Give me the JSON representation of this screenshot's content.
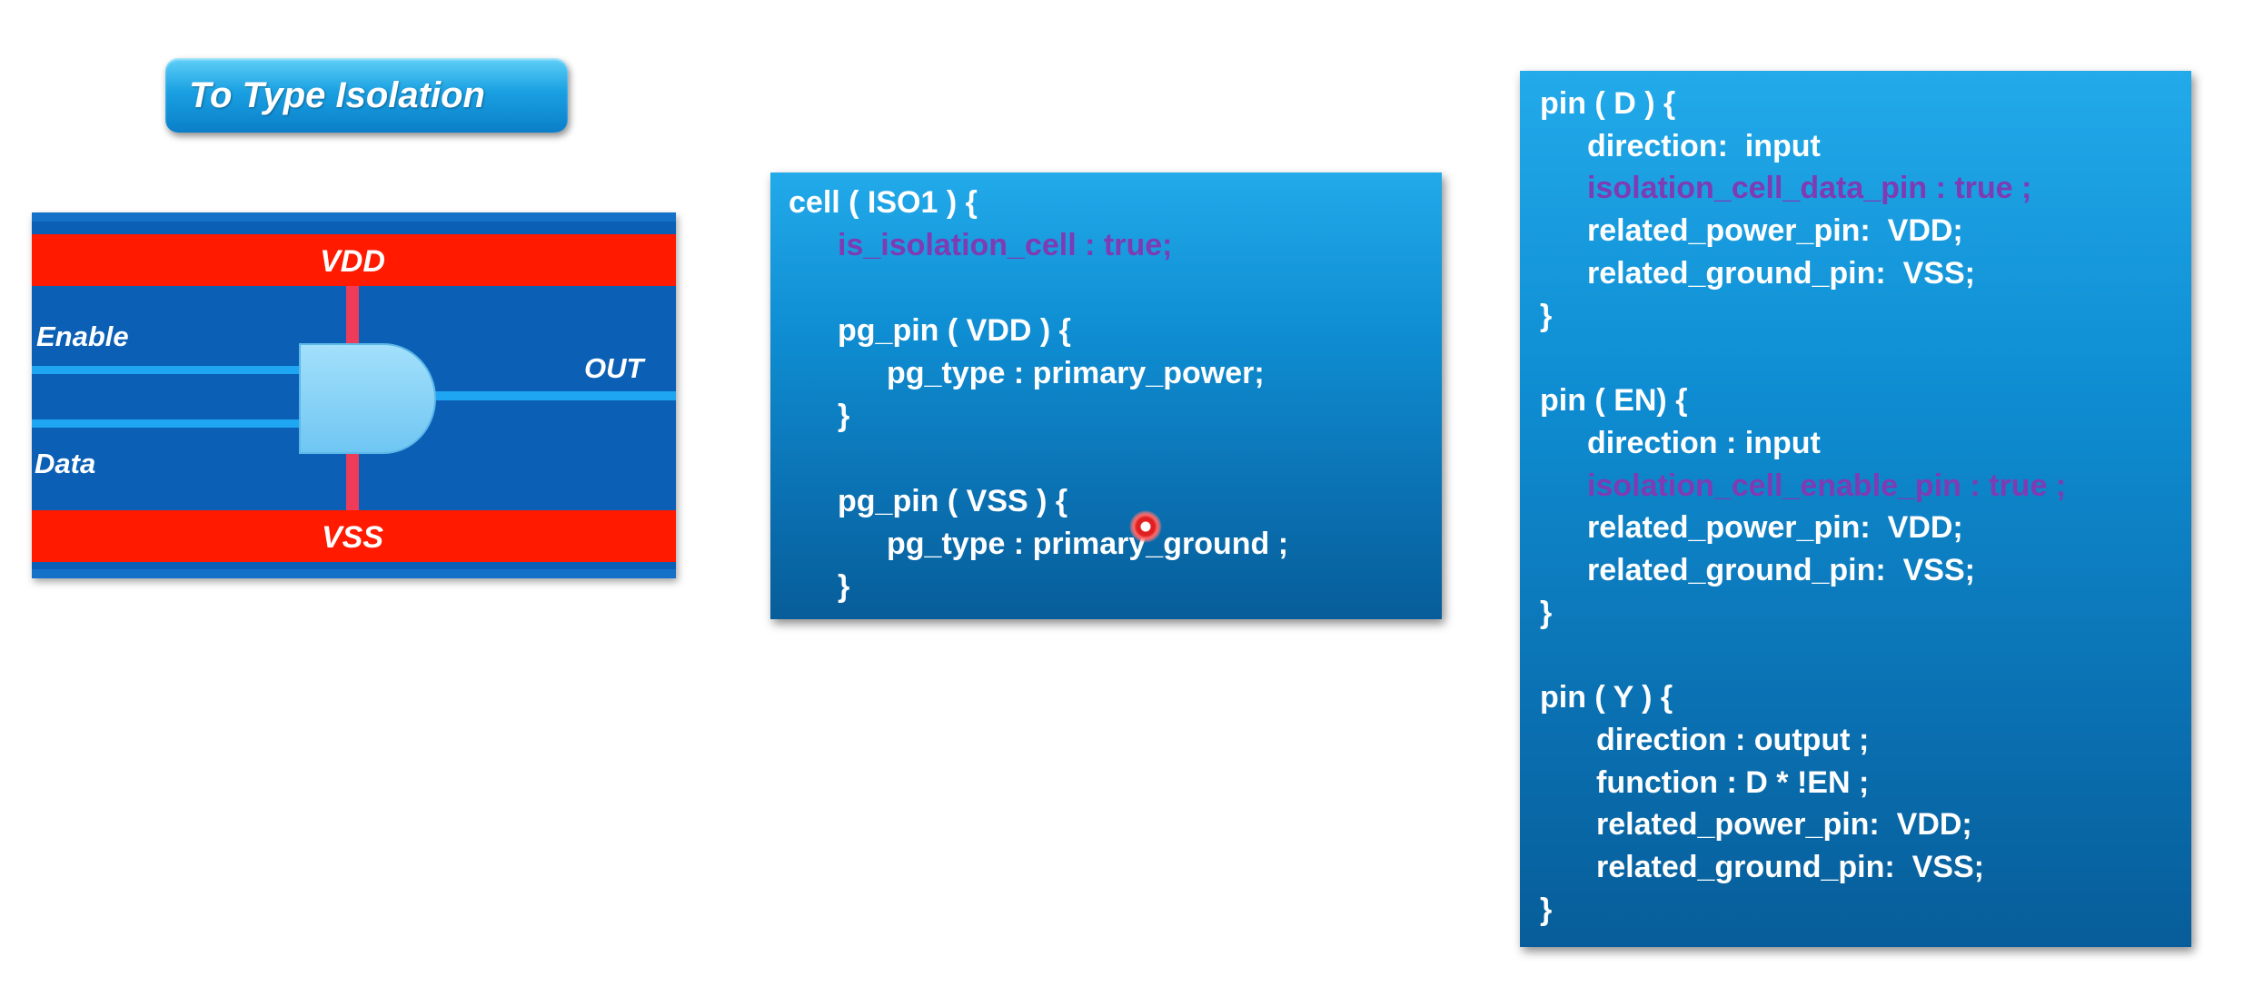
{
  "title": "To Type Isolation",
  "diagram": {
    "vdd_label": "VDD",
    "vss_label": "VSS",
    "enable_label": "Enable",
    "data_label": "Data",
    "out_label": "OUT"
  },
  "cell_box": {
    "lines": [
      "cell ( ISO1 ) {",
      "is_isolation_cell : true;",
      "pg_pin ( VDD ) {",
      "pg_type : primary_power;",
      "}",
      "pg_pin ( VSS ) {",
      "pg_type : primary_ground ;",
      "}"
    ]
  },
  "pin_box": {
    "lines": [
      "pin ( D ) {",
      "direction:  input",
      "isolation_cell_data_pin : true ;",
      "related_power_pin:  VDD;",
      "related_ground_pin:  VSS;",
      "}",
      "pin ( EN) {",
      "direction : input",
      "isolation_cell_enable_pin : true ;",
      "related_power_pin:  VDD;",
      "related_ground_pin:  VSS;",
      "}",
      "pin ( Y ) {",
      "direction : output ;",
      "function : D * !EN ;",
      "related_power_pin:  VDD;",
      "related_ground_pin:  VSS;",
      "}"
    ]
  },
  "colors": {
    "background_blue": "#0b5fb5",
    "rail_red": "#ff1a00",
    "wire_blue": "#1ea6f2",
    "gate_fill": "#84d3f8",
    "purple_text": "#7e3bb3"
  }
}
